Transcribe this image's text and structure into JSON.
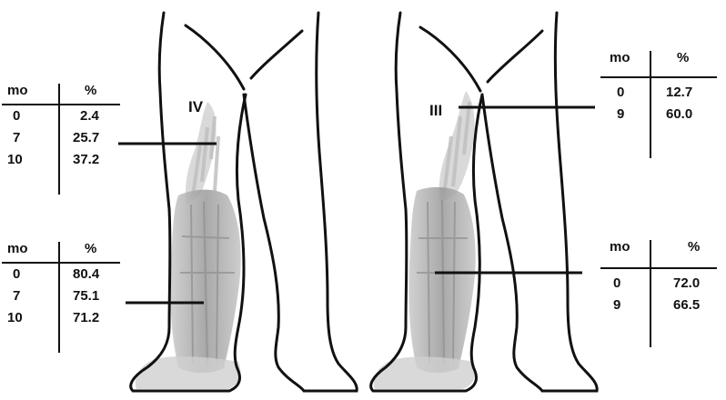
{
  "legs": {
    "left": {
      "stage": "IV"
    },
    "right": {
      "stage": "III"
    }
  },
  "tables": {
    "iv_thigh": {
      "headers": [
        "mo",
        "%"
      ],
      "rows": [
        [
          "0",
          "2.4"
        ],
        [
          "7",
          "25.7"
        ],
        [
          "10",
          "37.2"
        ]
      ]
    },
    "iv_calf": {
      "headers": [
        "mo",
        "%"
      ],
      "rows": [
        [
          "0",
          "80.4"
        ],
        [
          "7",
          "75.1"
        ],
        [
          "10",
          "71.2"
        ]
      ]
    },
    "iii_thigh": {
      "headers": [
        "mo",
        "%"
      ],
      "rows": [
        [
          "0",
          "12.7"
        ],
        [
          "9",
          "60.0"
        ]
      ]
    },
    "iii_calf": {
      "headers": [
        "mo",
        "%"
      ],
      "rows": [
        [
          "0",
          "72.0"
        ],
        [
          "9",
          "66.5"
        ]
      ]
    }
  },
  "colors": {
    "outline": "#111111",
    "shade": "#b7b7b7",
    "shade_dark": "#8f8f8f"
  }
}
